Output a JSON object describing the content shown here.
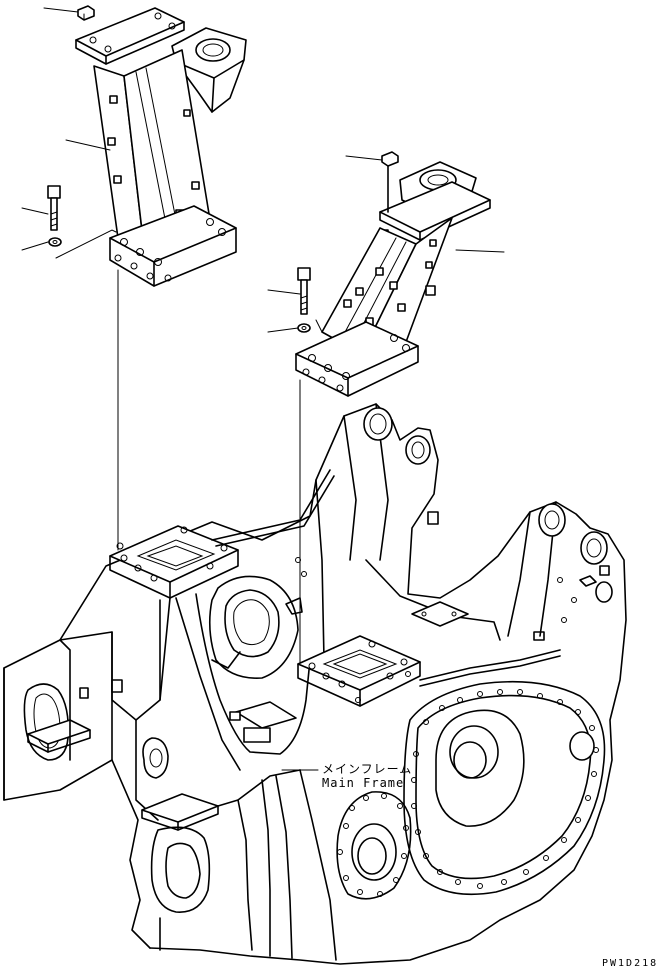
{
  "labels": {
    "main_frame_jp": "メインフレーム",
    "main_frame_en": "Main Frame"
  },
  "figure_code": "PW1D218"
}
